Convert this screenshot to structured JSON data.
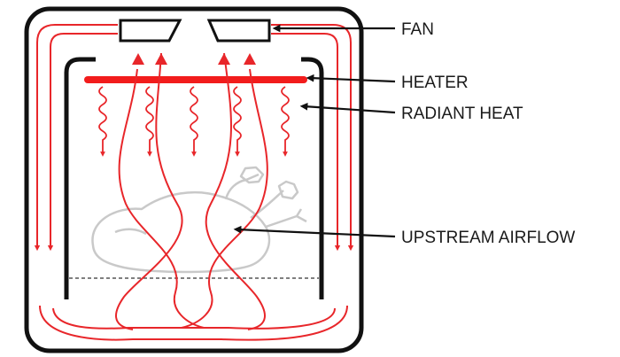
{
  "labels": {
    "fan": "FAN",
    "heater": "HEATER",
    "radiant_heat": "RADIANT HEAT",
    "upstream_airflow": "UPSTREAM AIRFLOW"
  },
  "colors": {
    "airflow": "#e8262a",
    "heater": "#f21c1c",
    "outline": "#111111",
    "turkey": "#c9c9c9",
    "background": "#ffffff"
  },
  "icons": {
    "fan": "fan-housing-icon",
    "turkey": "roast-turkey-icon"
  }
}
